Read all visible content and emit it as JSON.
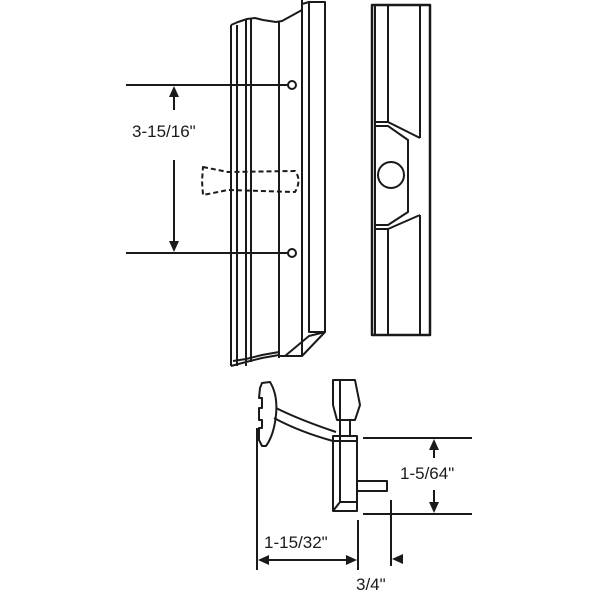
{
  "diagram": {
    "subject": "Sliding patio door handle set",
    "line_color": "#1a1a1a",
    "background": "#ffffff",
    "views": [
      {
        "name": "front-handle-view",
        "description": "Outside handle with mounting holes and dashed latch outline"
      },
      {
        "name": "inside-pull-view",
        "description": "Inside pull with center latch opening"
      },
      {
        "name": "side-latch-view",
        "description": "Side view of latch lever and mortise body"
      }
    ],
    "dimensions": {
      "hole_spacing": "3-15/16\"",
      "body_height": "1-5/64\"",
      "lever_reach": "1-15/32\"",
      "tail_projection": "3/4\""
    }
  }
}
